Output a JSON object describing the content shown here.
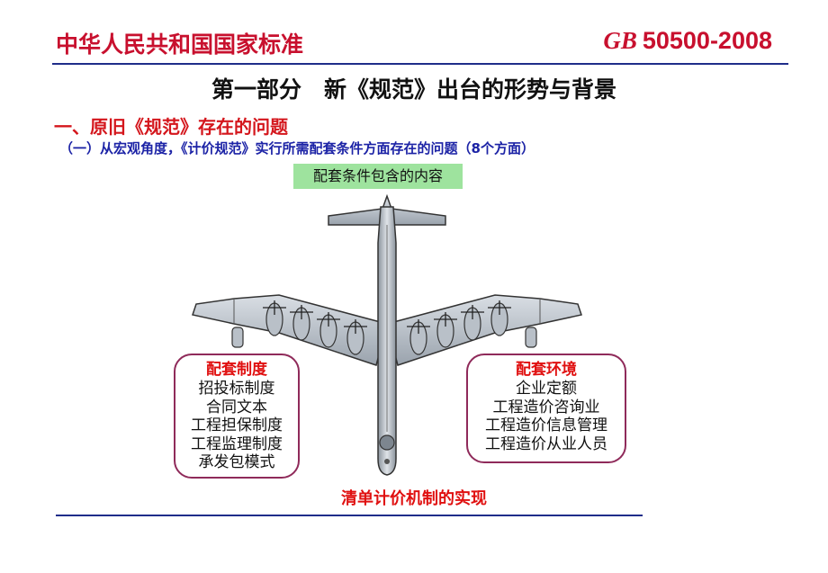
{
  "header": {
    "standard_name": "中华人民共和国国家标准",
    "gb_prefix": "GB",
    "gb_number": "50500-2008"
  },
  "title": "第一部分　新《规范》出台的形势与背景",
  "section1": "一、原旧《规范》存在的问题",
  "section2": "（一）从宏观角度，《计价规范》实行所需配套条件方面存在的问题（8个方面）",
  "top_label": "配套条件包含的内容",
  "left_box": {
    "title": "配套制度",
    "items": [
      "招投标制度",
      "合同文本",
      "工程担保制度",
      "工程监理制度",
      "承发包模式"
    ]
  },
  "right_box": {
    "title": "配套环境",
    "items": [
      "企业定额",
      "工程造价咨询业",
      "工程造价信息管理",
      "工程造价从业人员"
    ]
  },
  "bottom_text": "清单计价机制的实现",
  "colors": {
    "header_red": "#c8102e",
    "accent_blue": "#1c23a6",
    "label_green": "#9ee39e",
    "box_border": "#8f2a5a"
  }
}
